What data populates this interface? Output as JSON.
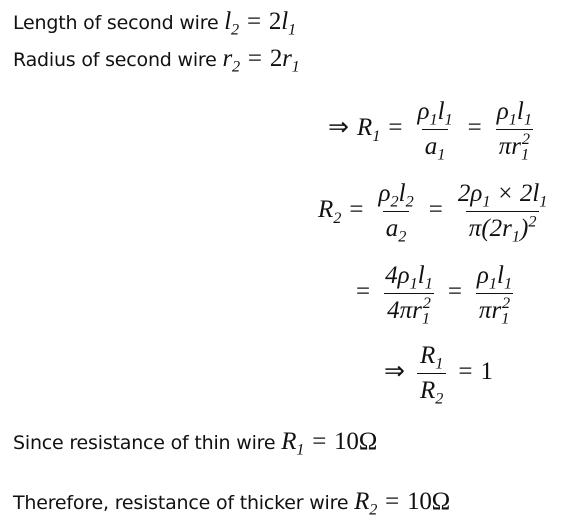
{
  "lines": {
    "length_text": "Length of second wire",
    "radius_text": "Radius of second wire",
    "since_text": "Since resistance of thin wire",
    "therefore_text": "Therefore, resistance of thicker wire"
  },
  "equations": {
    "length": "l₂ = 2l₁",
    "radius": "r₂ = 2r₁",
    "thin_resistance": "R₁ = 10Ω",
    "thick_resistance": "R₂ = 10Ω"
  }
}
